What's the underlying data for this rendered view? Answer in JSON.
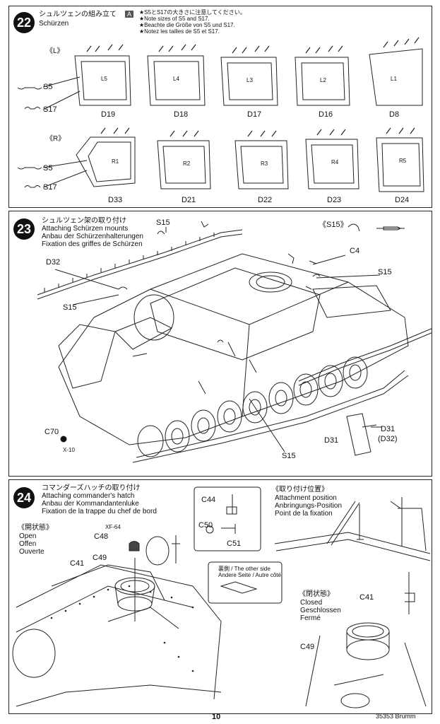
{
  "step22": {
    "number": "22",
    "title_jp": "シュルツェンの組み立て",
    "title_de": "Schürzen",
    "badge": "A",
    "notes": [
      "★S5とS17の大きさに注意してください。",
      "★Note sizes of S5 and S17.",
      "★Beachte die Größe von S5 und S17.",
      "★Notez les tailles de S5 et S17."
    ],
    "side_left": "《L》",
    "side_right": "《R》",
    "s5": "S5",
    "s17": "S17",
    "row1": [
      "D19",
      "D18",
      "D17",
      "D16",
      "D8"
    ],
    "row2": [
      "D33",
      "D21",
      "D22",
      "D23",
      "D24"
    ],
    "plate_marks_row1": [
      "L5",
      "L4",
      "L3",
      "L2",
      "L1"
    ],
    "plate_marks_row2": [
      "R1",
      "R2",
      "R3",
      "R4",
      "R5"
    ]
  },
  "step23": {
    "number": "23",
    "title_jp": "シュルツェン架の取り付け",
    "title_en": "Attaching Schürzen mounts",
    "title_de": "Anbau der Schürzenhalterungen",
    "title_fr": "Fixation des griffes de Schürzen",
    "labels": {
      "s15": "S15",
      "s15_box": "《S15》",
      "c4": "C4",
      "d32": "D32",
      "c70": "C70",
      "x10": "X-10",
      "d31": "D31",
      "d31_alt": "D31",
      "d32_alt": "(D32)"
    }
  },
  "step24": {
    "number": "24",
    "title_jp": "コマンダーズハッチの取り付け",
    "title_en": "Attaching commander's hatch",
    "title_de": "Anbau der Kommandantenluke",
    "title_fr": "Fixation de la trappe du chef de bord",
    "open_jp": "《開状態》",
    "open": [
      "Open",
      "Offen",
      "Ouverte"
    ],
    "closed_jp": "《閉状態》",
    "closed": [
      "Closed",
      "Geschlossen",
      "Fermé"
    ],
    "pos_jp": "《取り付け位置》",
    "pos": [
      "Attachment position",
      "Anbringungs-Position",
      "Point de la fixation"
    ],
    "other_side": "裏側 / The other side",
    "other_side2": "Andere Seite / Autre côté",
    "labels": {
      "xf64": "XF-64",
      "c48": "C48",
      "c49": "C49",
      "c41": "C41",
      "c44": "C44",
      "c50": "C50",
      "c51": "C51",
      "c41b": "C41",
      "c49b": "C49"
    }
  },
  "footer": {
    "page": "10",
    "code": "35353 Brumm"
  }
}
